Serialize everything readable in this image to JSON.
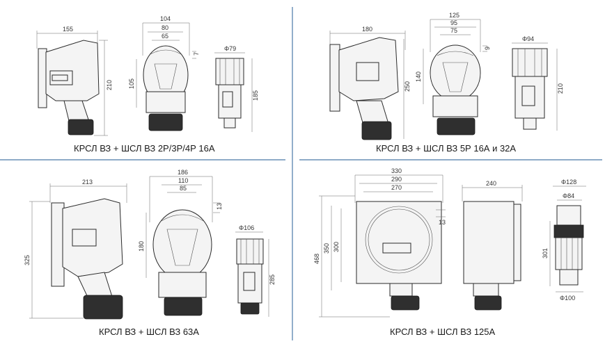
{
  "captions": {
    "q1": "КРСЛ ВЗ + ШСЛ ВЗ 2Р/3Р/4Р 16А",
    "q2": "КРСЛ ВЗ + ШСЛ ВЗ 5Р 16А и 32А",
    "q3": "КРСЛ ВЗ + ШСЛ ВЗ 63А",
    "q4": "КРСЛ ВЗ + ШСЛ ВЗ 125А"
  },
  "dims": {
    "q1": {
      "side_width": "155",
      "side_height": "210",
      "front_w1": "104",
      "front_w2": "80",
      "front_w3": "65",
      "front_h": "105",
      "front_gap": "7",
      "plug_dia": "Φ79",
      "plug_len": "185"
    },
    "q2": {
      "side_width": "180",
      "side_height": "250",
      "front_w1": "125",
      "front_w2": "95",
      "front_w3": "75",
      "front_h": "140",
      "front_gap": "9",
      "plug_dia": "Φ94",
      "plug_len": "210"
    },
    "q3": {
      "side_width": "213",
      "side_height": "325",
      "front_w1": "186",
      "front_w2": "110",
      "front_w3": "85",
      "front_h": "180",
      "front_gap": "13",
      "plug_dia": "Φ106",
      "plug_len": "285"
    },
    "q4": {
      "front_w1": "330",
      "front_w2": "290",
      "front_w3": "270",
      "front_gap": "13",
      "height_total": "468",
      "height_1": "350",
      "height_2": "300",
      "side_width": "240",
      "plug_dia1": "Φ128",
      "plug_dia2": "Φ84",
      "plug_dia3": "Φ100",
      "plug_len": "301"
    }
  },
  "colors": {
    "divider": "#4a79a8",
    "line": "#2a2a2a"
  }
}
